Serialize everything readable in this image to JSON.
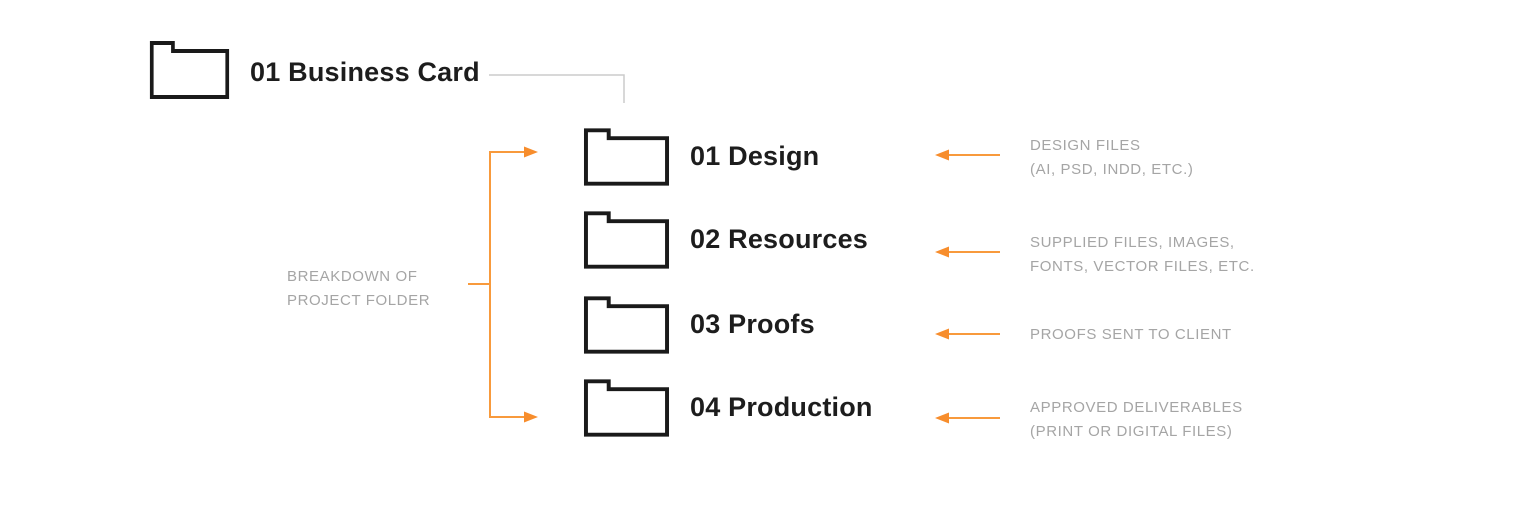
{
  "diagram": {
    "title_semantic": "project-folder-structure-breakdown",
    "root": {
      "label": "01 Business Card"
    },
    "left_note": {
      "line1": "BREAKDOWN OF",
      "line2": "PROJECT FOLDER"
    },
    "rows": [
      {
        "label": "01 Design",
        "note1": "DESIGN FILES",
        "note2": "(AI, PSD, INDD, ETC.)"
      },
      {
        "label": "02 Resources",
        "note1": "SUPPLIED FILES, IMAGES,",
        "note2": "FONTS, VECTOR FILES, ETC."
      },
      {
        "label": "03 Proofs",
        "note1": "PROOFS SENT TO CLIENT",
        "note2": ""
      },
      {
        "label": "04 Production",
        "note1": "APPROVED DELIVERABLES",
        "note2": "(PRINT OR DIGITAL FILES)"
      }
    ],
    "colors": {
      "accent_orange": "#F89A3C",
      "label_dark": "#1D1D1D",
      "note_gray": "#A5A5A5",
      "connector_gray": "#CBCBCB",
      "folder_stroke": "#1A1A1A",
      "background": "#FFFFFF"
    }
  }
}
